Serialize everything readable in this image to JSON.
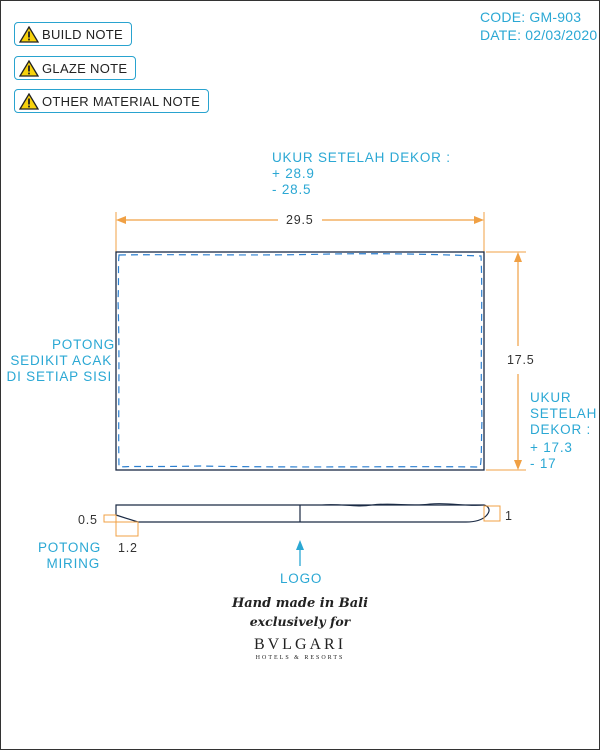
{
  "header": {
    "code": "CODE: GM-903",
    "date": "DATE: 02/03/2020"
  },
  "notes": [
    {
      "label": "BUILD NOTE"
    },
    {
      "label": "GLAZE NOTE"
    },
    {
      "label": "OTHER MATERIAL NOTE"
    }
  ],
  "top_annotation": {
    "line1": "UKUR SETELAH DEKOR :",
    "line2": "+ 28.9",
    "line3": "- 28.5"
  },
  "dimensions": {
    "width": "29.5",
    "height": "17.5",
    "side_thickness": "0.5",
    "side_bevel": "1.2",
    "side_right": "1"
  },
  "left_annotation": {
    "line1": "POTONG",
    "line2": "SEDIKIT ACAK",
    "line3": "DI SETIAP SISI"
  },
  "right_annotation": {
    "line1": "UKUR",
    "line2": "SETELAH",
    "line3": "DEKOR :",
    "line4": "+ 17.3",
    "line5": "- 17"
  },
  "side_annotation": {
    "line1": "POTONG",
    "line2": "MIRING"
  },
  "logo_label": "LOGO",
  "branding": {
    "handmade": "Hand made in Bali",
    "exclusive": "exclusively for",
    "brand": "BVLGARI",
    "sub": "HOTELS & RESORTS"
  },
  "colors": {
    "dimension": "#f0a044",
    "annotation": "#2ba8d4",
    "outline": "#1a2a44",
    "dashed": "#2b7fd0"
  }
}
